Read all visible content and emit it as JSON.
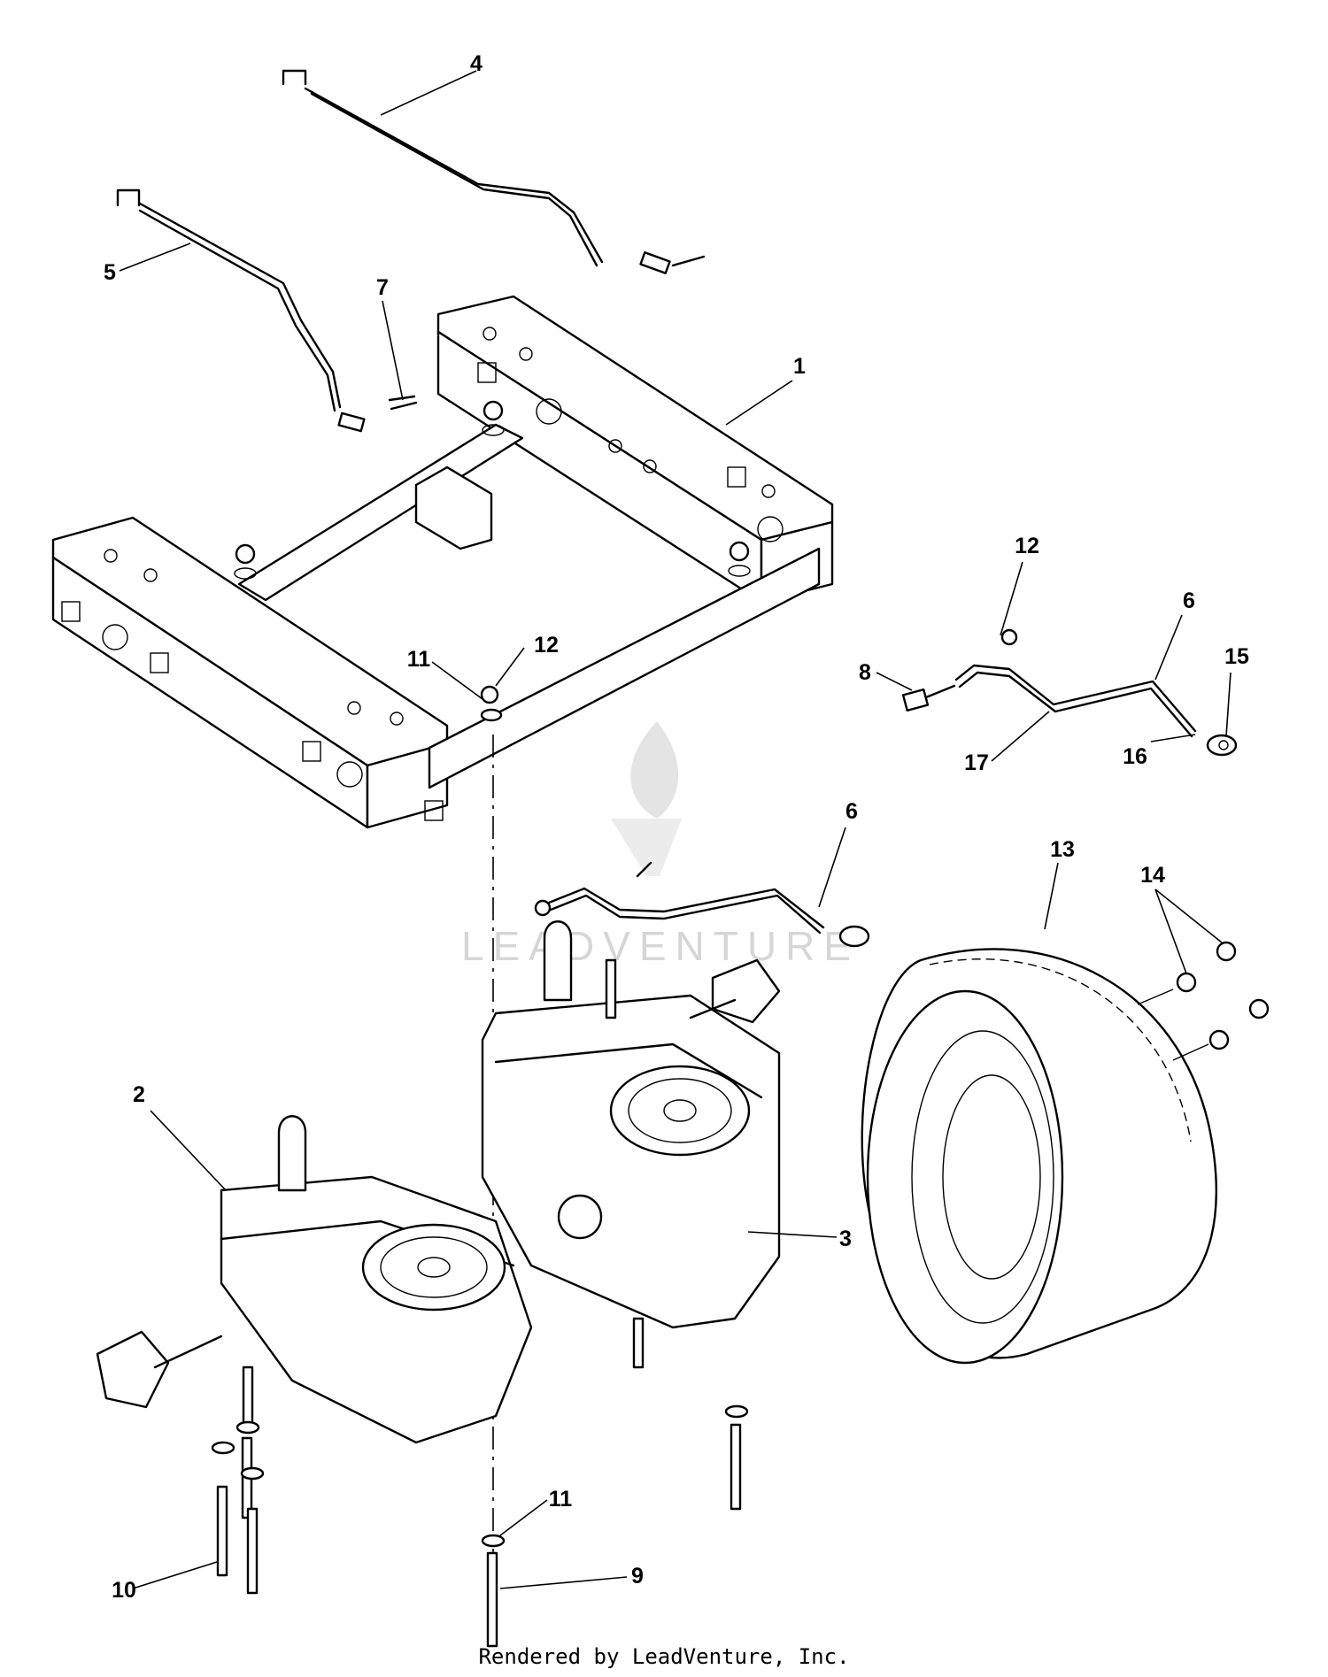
{
  "callouts": {
    "c1": "1",
    "c2": "2",
    "c3": "3",
    "c4": "4",
    "c5": "5",
    "c6a": "6",
    "c6b": "6",
    "c7": "7",
    "c8": "8",
    "c9": "9",
    "c10": "10",
    "c11a": "11",
    "c11b": "11",
    "c12a": "12",
    "c12b": "12",
    "c13": "13",
    "c14": "14",
    "c15": "15",
    "c16": "16",
    "c17": "17"
  },
  "watermark": {
    "brand": "LEADVENTURE"
  },
  "footer": {
    "text": "Rendered by LeadVenture, Inc."
  },
  "colors": {
    "line": "#000000",
    "watermark": "#d6d6d6",
    "background": "#ffffff"
  }
}
